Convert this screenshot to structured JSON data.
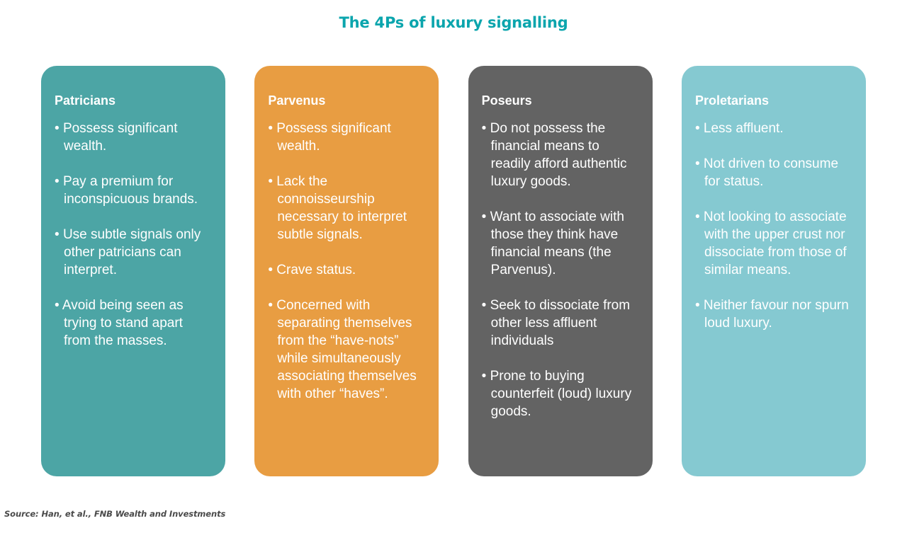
{
  "title": "The 4Ps of luxury signalling",
  "title_color": "#0ba5ad",
  "bullet_glyph": "•",
  "source": "Source: Han, et al., FNB Wealth and Investments",
  "cards": [
    {
      "name": "patricians",
      "heading": "Patricians",
      "color": "#4ca5a5",
      "bullets": [
        "Possess significant wealth.",
        "Pay a premium for inconspicuous brands.",
        "Use subtle signals only other patricians can interpret.",
        "Avoid being seen as trying to stand apart from the masses."
      ]
    },
    {
      "name": "parvenus",
      "heading": "Parvenus",
      "color": "#e89d42",
      "bullets": [
        "Possess significant wealth.",
        "Lack the connoisseurship necessary to interpret subtle signals.",
        "Crave status.",
        "Concerned with separating themselves from the “have-nots” while simultaneously associating themselves with other “haves”."
      ]
    },
    {
      "name": "poseurs",
      "heading": "Poseurs",
      "color": "#636363",
      "bullets": [
        "Do not possess the financial means to readily afford authentic luxury goods.",
        "Want to associate with those they think have financial means (the Parvenus).",
        "Seek to dissociate from other less affluent individuals",
        "Prone to buying counterfeit (loud) luxury goods."
      ]
    },
    {
      "name": "proletarians",
      "heading": "Proletarians",
      "color": "#85c9d1",
      "bullets": [
        "Less affluent.",
        "Not driven to consume for status.",
        "Not looking to associate with the upper crust nor dissociate from those of similar means.",
        "Neither favour nor spurn loud luxury."
      ]
    }
  ]
}
